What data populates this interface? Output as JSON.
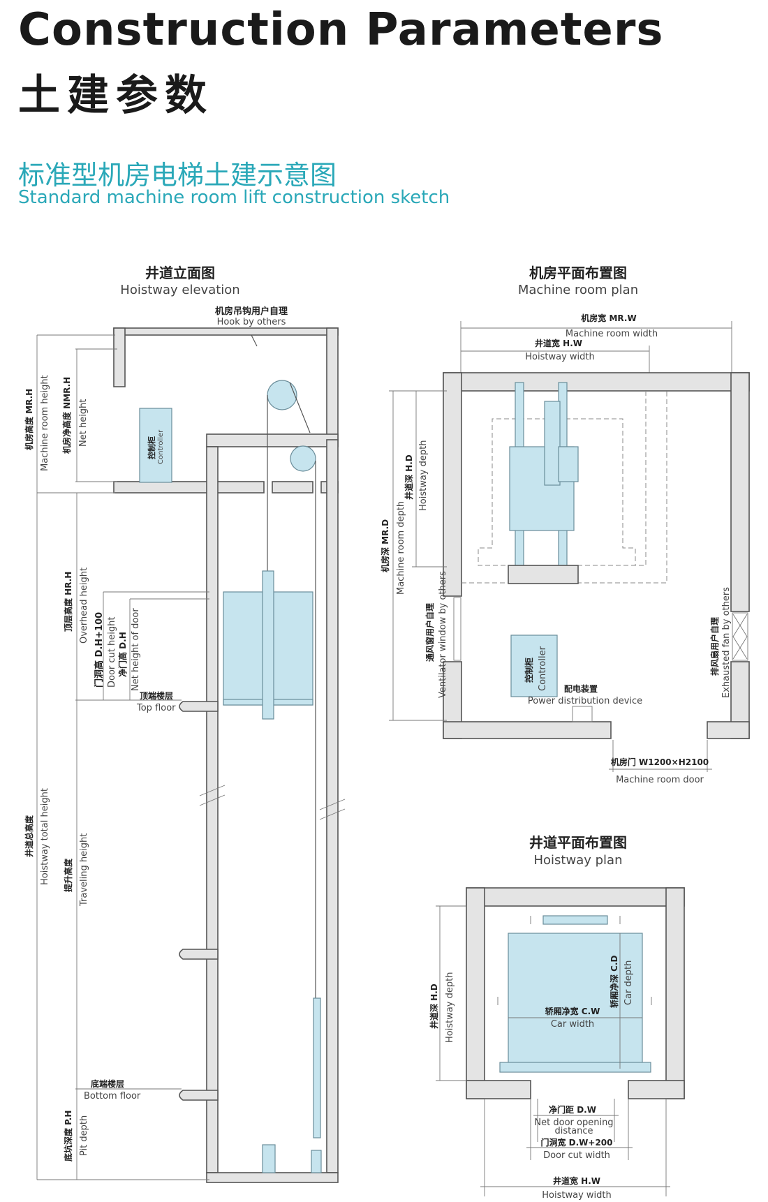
{
  "header": {
    "title_en": "Construction Parameters",
    "title_cn": "土建参数",
    "subtitle_cn": "标准型机房电梯土建示意图",
    "subtitle_en": "Standard machine room lift construction sketch"
  },
  "elevation": {
    "title_cn": "井道立面图",
    "title_en": "Hoistway elevation",
    "hook_cn": "机房吊钩用户自理",
    "hook_en": "Hook by others",
    "mr_h_cn": "机房高度 MR.H",
    "mr_h_en": "Machine room height",
    "nmr_h_cn": "机房净高度 NMR.H",
    "nmr_h_en": "Net height",
    "controller_cn": "控制柜",
    "controller_en": "Controller",
    "hr_h_cn": "顶层高度 HR.H",
    "hr_h_en": "Overhead height",
    "dh100_cn": "门洞高 D.H+100",
    "dh100_en": "Door cut height",
    "dh_cn": "净门高 D.H",
    "dh_en": "Net height of door",
    "top_floor_cn": "顶端楼层",
    "top_floor_en": "Top floor",
    "total_cn": "井道总高度",
    "total_en": "Hoistway total height",
    "travel_cn": "提升高度",
    "travel_en": "Traveling height",
    "bottom_floor_cn": "底端楼层",
    "bottom_floor_en": "Bottom floor",
    "pit_cn": "底坑深度 P.H",
    "pit_en": "Pit depth"
  },
  "machine_room": {
    "title_cn": "机房平面布置图",
    "title_en": "Machine room plan",
    "mrw_cn": "机房宽 MR.W",
    "mrw_en": "Machine room width",
    "hw_cn": "井道宽 H.W",
    "hw_en": "Hoistway width",
    "hd_cn": "井道深 H.D",
    "hd_en": "Hoistway depth",
    "mrd_cn": "机房深 MR.D",
    "mrd_en": "Machine room depth",
    "vent_cn": "通风窗用户自理",
    "vent_en": "Ventilator window by others",
    "controller_cn": "控制柜",
    "controller_en": "Controller",
    "power_cn": "配电装置",
    "power_en": "Power distribution device",
    "fan_cn": "排风扇用户自理",
    "fan_en": "Exhausted fan by others",
    "door_cn": "机房门 W1200×H2100",
    "door_en": "Machine room door"
  },
  "hoistway_plan": {
    "title_cn": "井道平面布置图",
    "title_en": "Hoistway plan",
    "hd_cn": "井道深 H.D",
    "hd_en": "Hoistway depth",
    "cd_cn": "轿厢净深 C.D",
    "cd_en": "Car depth",
    "cw_cn": "轿厢净宽 C.W",
    "cw_en": "Car width",
    "dw_cn": "净门距 D.W",
    "dw_en1": "Net door opening",
    "dw_en2": "distance",
    "dw200_cn": "门洞宽 D.W+200",
    "dw200_en": "Door cut width",
    "hw_cn": "井道宽 H.W",
    "hw_en": "Hoistway width"
  }
}
